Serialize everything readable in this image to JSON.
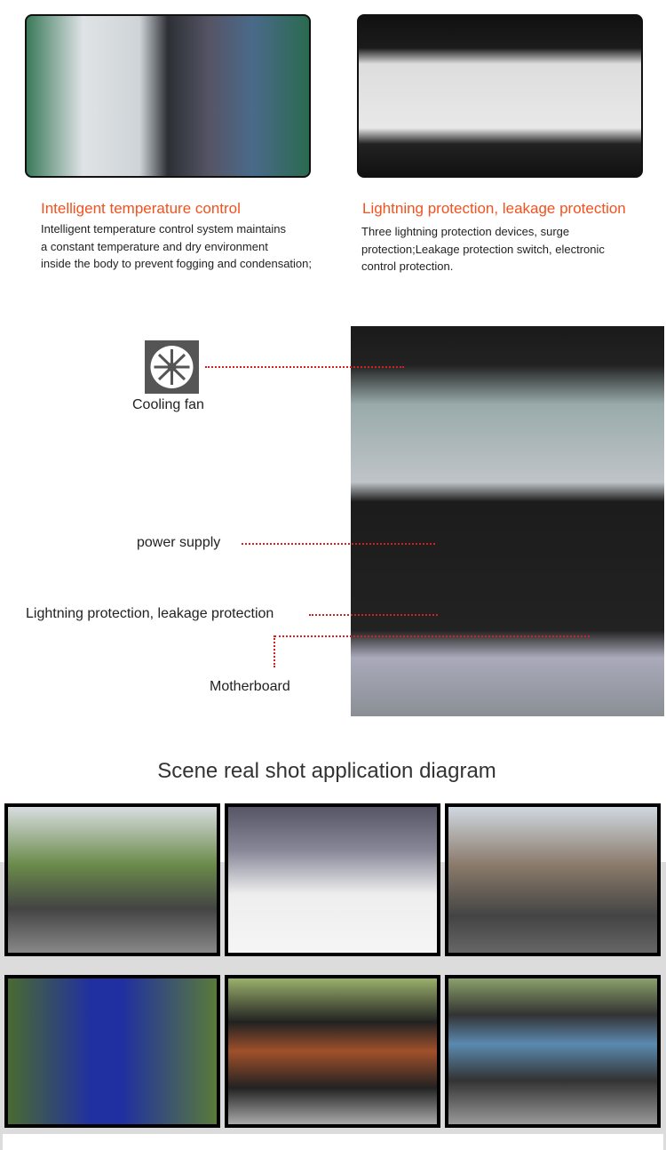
{
  "features": [
    {
      "title": "Intelligent temperature control",
      "lines": [
        "Intelligent temperature control system maintains",
        "a constant temperature and dry environment",
        "inside the body to prevent fogging and condensation;"
      ]
    },
    {
      "title": "Lightning protection, leakage protection",
      "lines": [
        "Three lightning protection devices, surge",
        "protection;Leakage protection switch, electronic",
        "control protection."
      ]
    }
  ],
  "diagram": {
    "labels": {
      "fan": "Cooling fan",
      "power": "power supply",
      "lightning": "Lightning protection, leakage protection",
      "motherboard": "Motherboard"
    },
    "accent": "#d02020"
  },
  "scene": {
    "title": "Scene real shot application diagram"
  },
  "colors": {
    "heading": "#f4511e"
  }
}
